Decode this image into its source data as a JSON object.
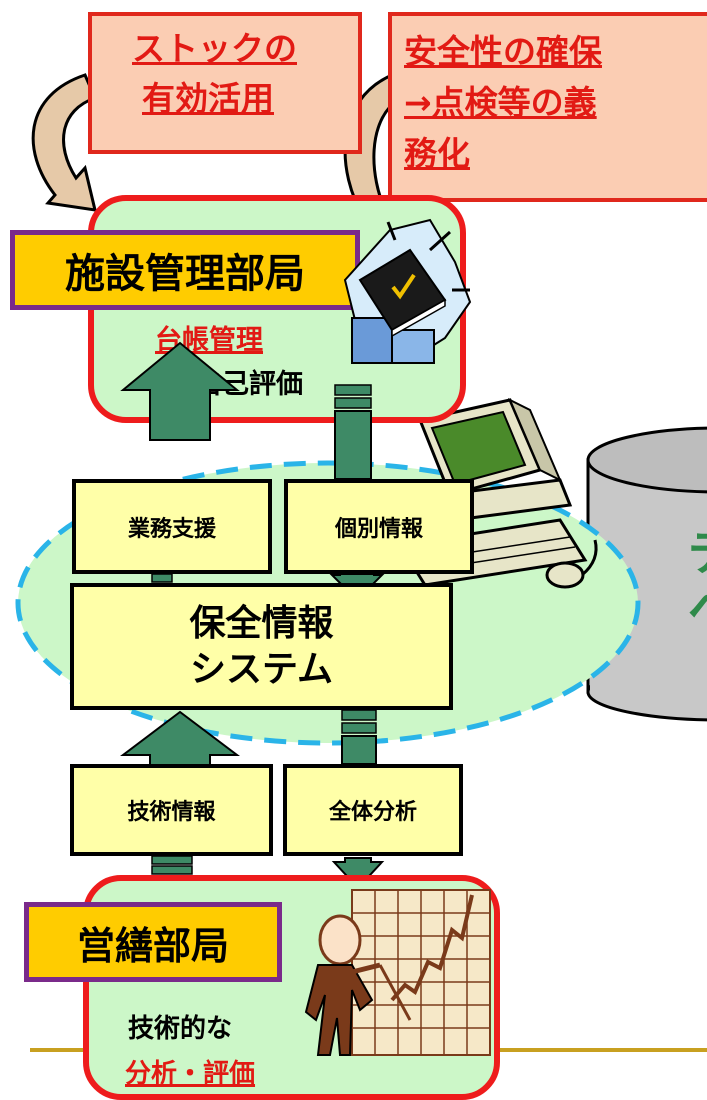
{
  "notes": {
    "stock": [
      "ストックの",
      "有効活用"
    ],
    "safety": [
      "安全性の確保",
      "→点検等の義",
      "務化"
    ]
  },
  "facility": {
    "dept_label": "施設管理部局",
    "ledger": "台帳管理",
    "self_eval": "自己評価"
  },
  "system": {
    "business_support": "業務支援",
    "individual_info": "個別情報",
    "main": [
      "保全情報",
      "システム"
    ],
    "tech_info": "技術情報",
    "overall_analysis": "全体分析"
  },
  "construction": {
    "dept_label": "営繕部局",
    "line1": "技術的な",
    "line2": "分析・評価"
  },
  "database": {
    "glyphs": [
      "デ",
      "ベ"
    ]
  },
  "colors": {
    "note_fill": "#fbcdb3",
    "note_border": "#e0281c",
    "panel_fill": "#ccf7c8",
    "panel_border": "#ee1c1c",
    "label_fill": "#ffcc00",
    "label_border": "#7a2a8a",
    "box_fill": "#ffffa8",
    "arrow": "#3e8a66",
    "ellipse_fill": "#ccf7c8",
    "ellipse_border": "#2ab4e8",
    "db_fill": "#c8c8c8"
  }
}
